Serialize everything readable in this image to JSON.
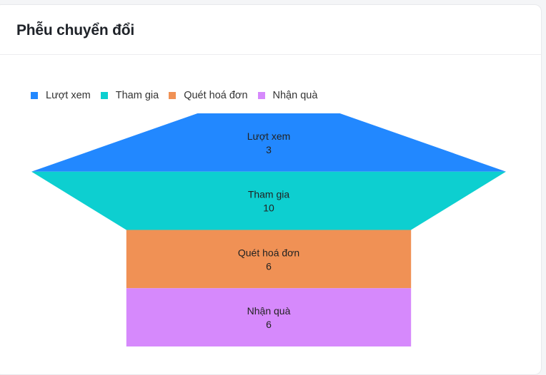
{
  "card": {
    "title": "Phễu chuyển đổi"
  },
  "chart_data": {
    "type": "funnel",
    "title": "",
    "legend_position": "top-left",
    "stages": [
      {
        "name": "Lượt xem",
        "value": 3,
        "color": "#2288ff"
      },
      {
        "name": "Tham gia",
        "value": 10,
        "color": "#0dcfd0"
      },
      {
        "name": "Quét hoá đơn",
        "value": 6,
        "color": "#f09155"
      },
      {
        "name": "Nhận quà",
        "value": 6,
        "color": "#d689fc"
      }
    ]
  }
}
